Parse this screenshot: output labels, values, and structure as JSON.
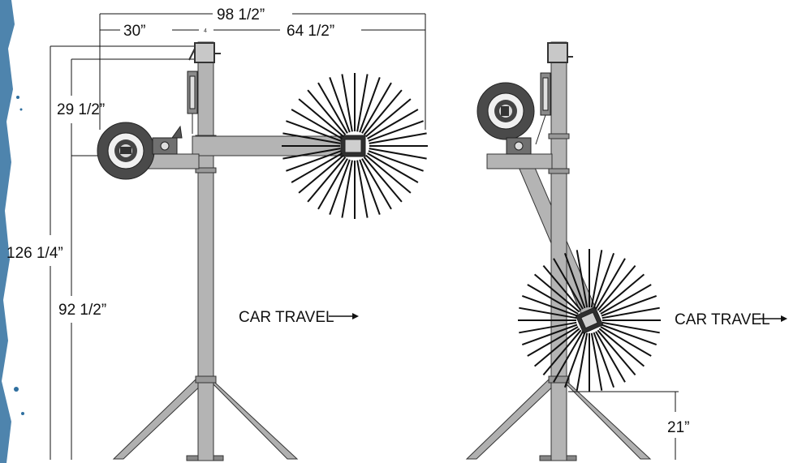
{
  "colors": {
    "steel_light": "#b4b4b4",
    "steel_mid": "#a0a0a0",
    "steel_dark": "#3a3a3a",
    "motor_dark": "#4a4a4a",
    "line": "#111111",
    "paint_splash": "#2f6f9f"
  },
  "left_view": {
    "dimensions": {
      "overall_width": "98 1/2”",
      "rear_offset": "30”",
      "arm_reach": "64 1/2”",
      "top_to_arm": "29 1/2”",
      "overall_height": "126 1/4”",
      "arm_height": "92 1/2”",
      "marker": "4"
    },
    "travel_label": "CAR TRAVEL",
    "arrow_icon": "arrow-right-icon"
  },
  "right_view": {
    "dimensions": {
      "brush_clearance": "21”"
    },
    "travel_label": "CAR TRAVEL",
    "arrow_icon": "arrow-right-icon"
  }
}
